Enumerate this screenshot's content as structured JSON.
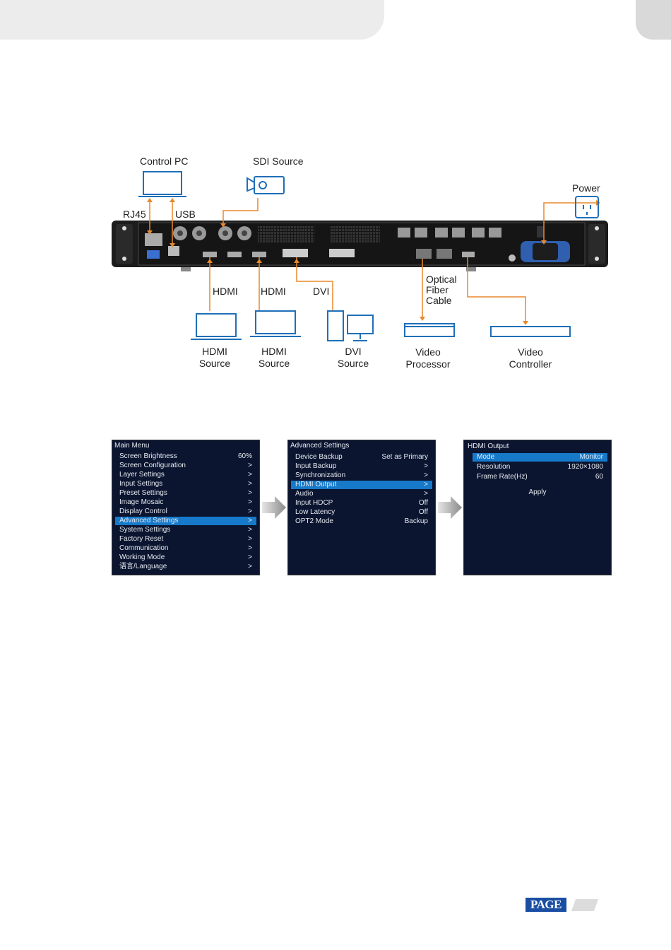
{
  "diagram": {
    "labels": {
      "control_pc": "Control PC",
      "sdi_source": "SDI Source",
      "power": "Power",
      "rj45": "RJ45",
      "usb": "USB",
      "hdmi1": "HDMI",
      "hdmi2": "HDMI",
      "dvi": "DVI",
      "optical": "Optical\nFiber\nCable",
      "hdmi_source_1": "HDMI\nSource",
      "hdmi_source_2": "HDMI\nSource",
      "dvi_source": "DVI\nSource",
      "video_processor": "Video\nProcessor",
      "video_controller": "Video\nController"
    }
  },
  "menus": {
    "main": {
      "title": "Main Menu",
      "items": [
        {
          "label": "Screen Brightness",
          "value": "60%"
        },
        {
          "label": "Screen Configuration",
          "value": ">"
        },
        {
          "label": "Layer Settings",
          "value": ">"
        },
        {
          "label": "Input Settings",
          "value": ">"
        },
        {
          "label": "Preset Settings",
          "value": ">"
        },
        {
          "label": "Image Mosaic",
          "value": ">"
        },
        {
          "label": "Display Control",
          "value": ">"
        },
        {
          "label": "Advanced Settings",
          "value": ">"
        },
        {
          "label": "System Settings",
          "value": ">"
        },
        {
          "label": "Factory Reset",
          "value": ">"
        },
        {
          "label": "Communication",
          "value": ">"
        },
        {
          "label": "Working Mode",
          "value": ">"
        },
        {
          "label": "语言/Language",
          "value": ">"
        }
      ]
    },
    "advanced": {
      "title": "Advanced Settings",
      "items": [
        {
          "label": "Device Backup",
          "value": "Set as Primary"
        },
        {
          "label": "Input Backup",
          "value": ">"
        },
        {
          "label": "Synchronization",
          "value": ">"
        },
        {
          "label": "HDMI Output",
          "value": ">"
        },
        {
          "label": "Audio",
          "value": ">"
        },
        {
          "label": "Input HDCP",
          "value": "Off"
        },
        {
          "label": "Low Latency",
          "value": "Off"
        },
        {
          "label": "OPT2 Mode",
          "value": "Backup"
        }
      ]
    },
    "hdmi": {
      "title": "HDMI Output",
      "items": [
        {
          "label": "Mode",
          "value": "Monitor"
        },
        {
          "label": "Resolution",
          "value": "1920×1080"
        },
        {
          "label": "Frame Rate(Hz)",
          "value": "60"
        }
      ],
      "apply": "Apply"
    }
  },
  "footer": {
    "logo": "PAGE"
  },
  "colors": {
    "accent": "#e8892b",
    "menu_bg": "#0b1530",
    "highlight": "#1679c9",
    "icon_blue": "#1f6fb8"
  }
}
